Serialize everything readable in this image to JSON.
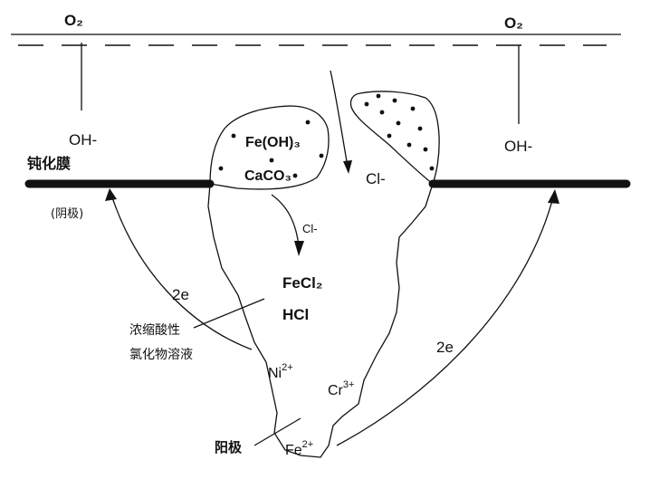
{
  "labels": {
    "o2_left": "O₂",
    "o2_right": "O₂",
    "oh_left": "OH-",
    "oh_right": "OH-",
    "passive_film": "钝化膜",
    "cathode": "(阴极)",
    "deposit_1": "Fe(OH)₃",
    "deposit_2": "CaCO₃",
    "cl_top": "Cl-",
    "cl_inner": "Cl-",
    "fecl2": "FeCl₂",
    "hcl": "HCl",
    "solution_1": "浓缩酸性",
    "solution_2": "氯化物溶液",
    "electron_left": "2e",
    "electron_right": "2e",
    "ni_base": "Ni",
    "ni_sup": "2+",
    "cr_base": "Cr",
    "cr_sup": "3+",
    "fe_base": "Fe",
    "fe_sup": "2+",
    "anode": "阳极"
  }
}
